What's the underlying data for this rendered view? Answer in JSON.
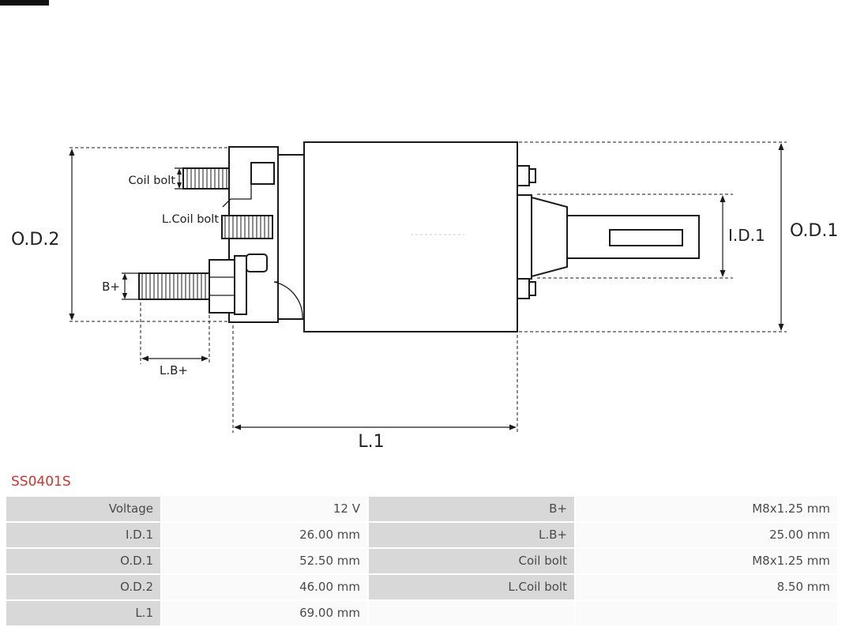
{
  "branding": {
    "logo_strip_color": "#111111"
  },
  "product": {
    "code": "SS0401S",
    "code_color": "#cc3333"
  },
  "diagram": {
    "type": "solenoid-technical-drawing",
    "labels": {
      "od1": "O.D.1",
      "od2": "O.D.2",
      "id1": "I.D.1",
      "l1": "L.1",
      "coil_bolt": "Coil bolt",
      "l_coil_bolt": "L.Coil bolt",
      "b_plus": "B+",
      "l_b_plus": "L.B+"
    }
  },
  "spec_table": {
    "rows": [
      {
        "c0": "Voltage",
        "c1": "12 V",
        "c2": "B+",
        "c3": "M8x1.25 mm"
      },
      {
        "c0": "I.D.1",
        "c1": "26.00 mm",
        "c2": "L.B+",
        "c3": "25.00 mm"
      },
      {
        "c0": "O.D.1",
        "c1": "52.50 mm",
        "c2": "Coil bolt",
        "c3": "M8x1.25 mm"
      },
      {
        "c0": "O.D.2",
        "c1": "46.00 mm",
        "c2": "L.Coil bolt",
        "c3": "8.50 mm"
      },
      {
        "c0": "L.1",
        "c1": "69.00 mm",
        "c2": "",
        "c3": ""
      }
    ]
  }
}
